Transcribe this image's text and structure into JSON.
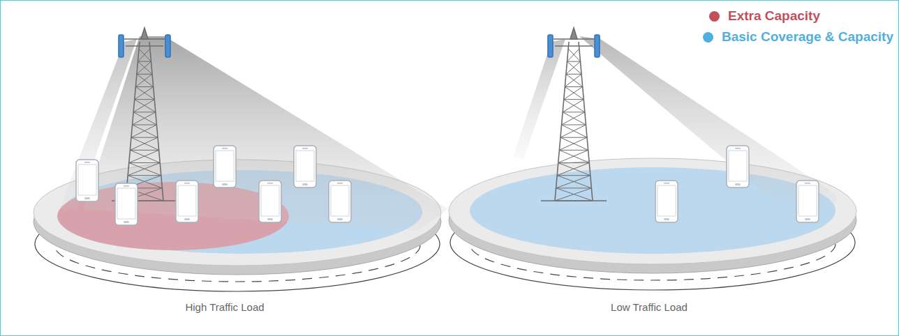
{
  "diagram": {
    "labels": [
      "High Traffic Load",
      "Low Traffic Load"
    ],
    "legend": [
      {
        "text": "Extra Capacity",
        "color": "#c1505a"
      },
      {
        "text": "Basic Coverage & Capacity",
        "color": "#4fb0de"
      }
    ]
  }
}
